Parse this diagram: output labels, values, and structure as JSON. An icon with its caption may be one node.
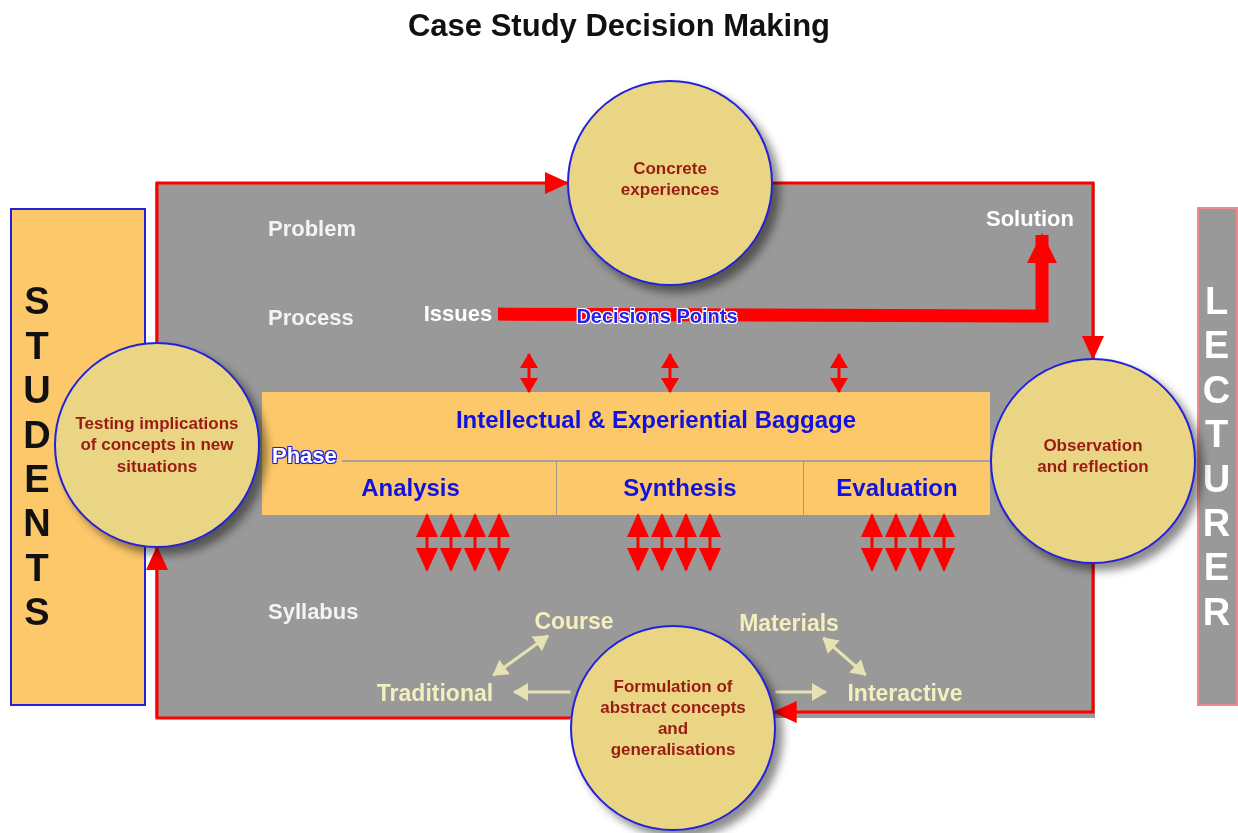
{
  "diagram": {
    "title": "Case Study Decision Making",
    "nodes": [
      {
        "text": [
          "STUDENTS"
        ]
      },
      {
        "text": [
          "LECTURER"
        ]
      },
      {
        "text": [
          "Concrete experiences"
        ]
      },
      {
        "text": [
          "Observation and reflection"
        ]
      },
      {
        "text": [
          "Formulation of abstract concepts and generalisations"
        ]
      },
      {
        "text": [
          "Testing implications of concepts in new situations"
        ]
      },
      {
        "text": [
          "Issues"
        ]
      },
      {
        "text": [
          "Solution"
        ]
      },
      {
        "text": [
          "Intellectual & Experiential Baggage"
        ]
      },
      {
        "text": [
          "Analysis"
        ],
        "in": 8
      },
      {
        "text": [
          "Synthesis"
        ],
        "in": 8
      },
      {
        "text": [
          "Evaluation"
        ],
        "in": 8
      },
      {
        "text": [
          "Course"
        ]
      },
      {
        "text": [
          "Materials"
        ]
      },
      {
        "text": [
          "Traditional"
        ]
      },
      {
        "text": [
          "Interactive"
        ]
      }
    ],
    "edges": [
      {
        "from": 5,
        "to": 2,
        "arrow": "to"
      },
      {
        "from": 2,
        "to": 3,
        "arrow": "to"
      },
      {
        "from": 3,
        "to": 4,
        "arrow": "to"
      },
      {
        "from": 4,
        "to": 5,
        "arrow": "to"
      },
      {
        "from": 6,
        "to": 7,
        "arrow": "to",
        "label": "Decisions Points",
        "style": "thick"
      },
      {
        "from": null,
        "to": 8,
        "arrow": "both"
      },
      {
        "from": null,
        "to": 8,
        "arrow": "both"
      },
      {
        "from": null,
        "to": 8,
        "arrow": "both"
      },
      {
        "from": 9,
        "to": null,
        "arrow": "both"
      },
      {
        "from": 9,
        "to": null,
        "arrow": "both"
      },
      {
        "from": 9,
        "to": null,
        "arrow": "both"
      },
      {
        "from": 9,
        "to": null,
        "arrow": "both"
      },
      {
        "from": 10,
        "to": null,
        "arrow": "both"
      },
      {
        "from": 10,
        "to": null,
        "arrow": "both"
      },
      {
        "from": 10,
        "to": null,
        "arrow": "both"
      },
      {
        "from": 10,
        "to": null,
        "arrow": "both"
      },
      {
        "from": 11,
        "to": null,
        "arrow": "both"
      },
      {
        "from": 11,
        "to": null,
        "arrow": "both"
      },
      {
        "from": 11,
        "to": null,
        "arrow": "both"
      },
      {
        "from": 11,
        "to": null,
        "arrow": "both"
      },
      {
        "from": 12,
        "to": 14,
        "arrow": "both",
        "color": "#e6e2b4"
      },
      {
        "from": 13,
        "to": 15,
        "arrow": "both",
        "color": "#e6e2b4"
      },
      {
        "from": 4,
        "to": 14,
        "arrow": "to",
        "color": "#e6e2b4"
      },
      {
        "from": 4,
        "to": 15,
        "arrow": "to",
        "color": "#e6e2b4"
      }
    ],
    "labels": [
      "Problem",
      "Process",
      "Phase",
      "Syllabus"
    ]
  }
}
